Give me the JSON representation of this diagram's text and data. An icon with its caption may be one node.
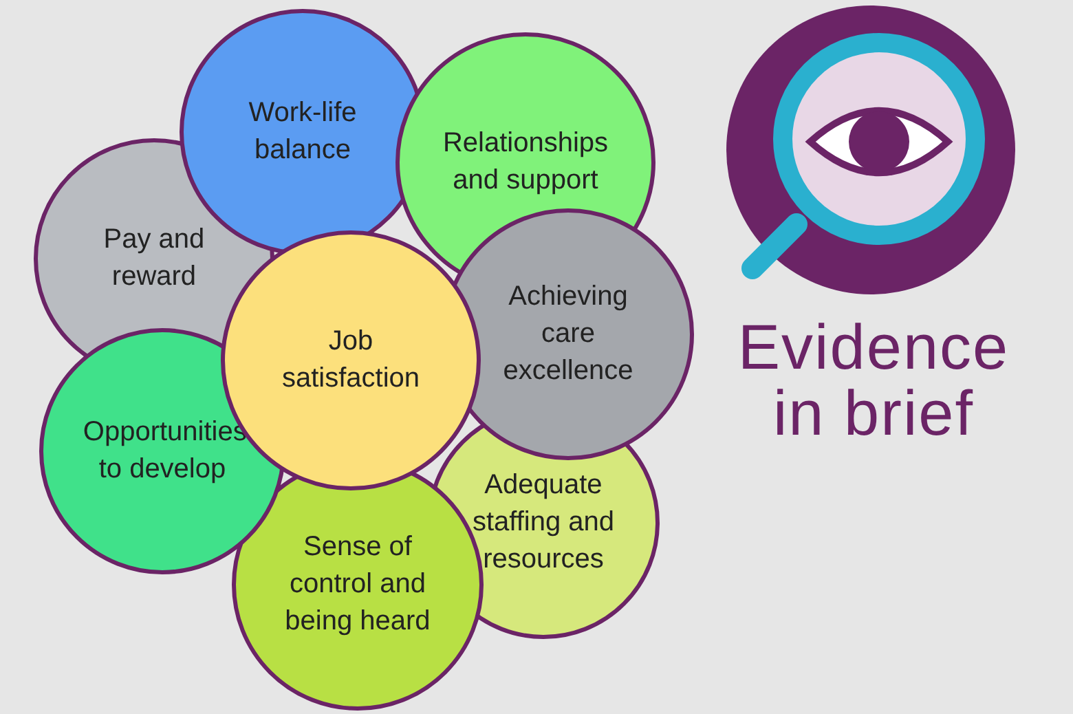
{
  "diagram": {
    "title": "Evidence in brief",
    "nodes": [
      {
        "text": [
          "Work-life balance"
        ]
      },
      {
        "text": [
          "Relationships and support"
        ]
      },
      {
        "text": [
          "Pay and reward"
        ]
      },
      {
        "text": [
          "Achieving care excellence"
        ]
      },
      {
        "text": [
          "Job satisfaction"
        ]
      },
      {
        "text": [
          "Opportunities to develop"
        ]
      },
      {
        "text": [
          "Adequate staffing and resources"
        ]
      },
      {
        "text": [
          "Sense of control and being heard"
        ]
      }
    ],
    "edges": []
  }
}
